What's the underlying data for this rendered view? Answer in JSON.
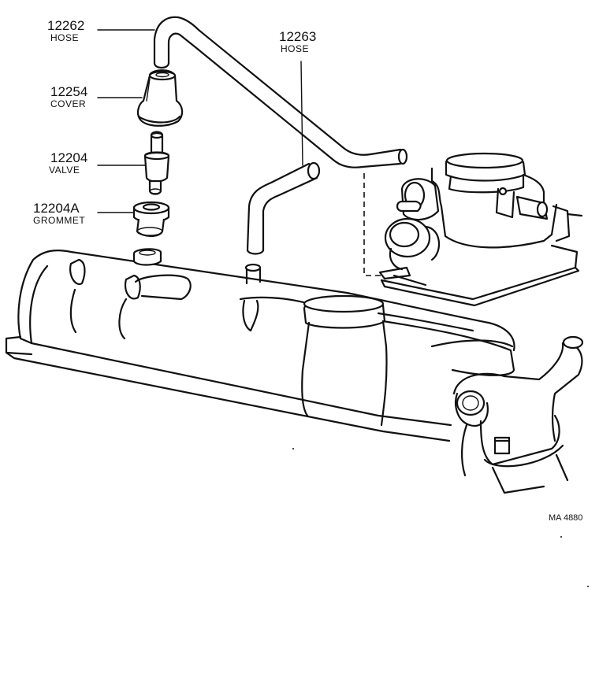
{
  "parts": [
    {
      "id": "hose_12262",
      "number": "12262",
      "name": "HOSE"
    },
    {
      "id": "hose_12263",
      "number": "12263",
      "name": "HOSE"
    },
    {
      "id": "cover_12254",
      "number": "12254",
      "name": "COVER"
    },
    {
      "id": "valve_12204",
      "number": "12204",
      "name": "VALVE"
    },
    {
      "id": "grommet_12204a",
      "number": "12204A",
      "name": "GROMMET"
    }
  ],
  "figure_ref": "MA 4880"
}
